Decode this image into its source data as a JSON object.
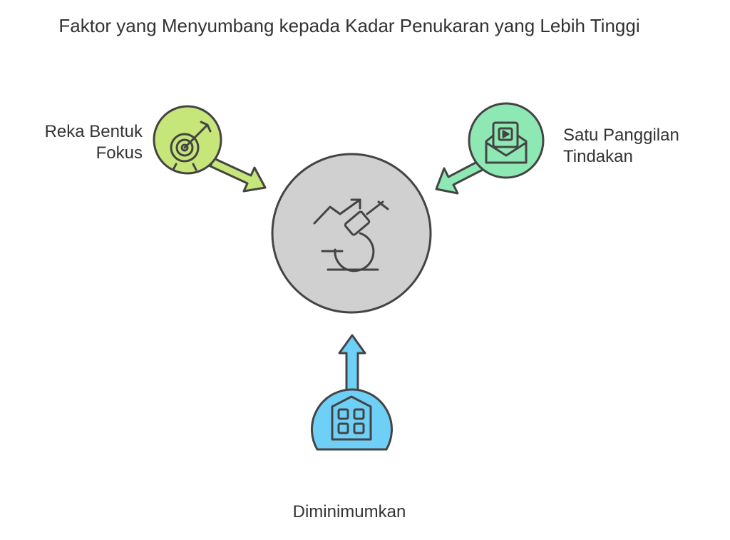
{
  "title": "Faktor yang Menyumbang kepada Kadar Penukaran yang Lebih Tinggi",
  "factors": {
    "left": {
      "label": "Reka Bentuk Fokus",
      "icon": "target-arrow-icon",
      "color": "#c7e67a"
    },
    "right": {
      "label": "Satu Panggilan Tindakan",
      "icon": "video-envelope-icon",
      "color": "#8ee8b4"
    },
    "bottom": {
      "label": "Diminimumkan",
      "icon": "building-icon",
      "color": "#6fd0f7"
    }
  },
  "center": {
    "icon": "growth-microscope-icon",
    "color": "#d0d0d0"
  }
}
